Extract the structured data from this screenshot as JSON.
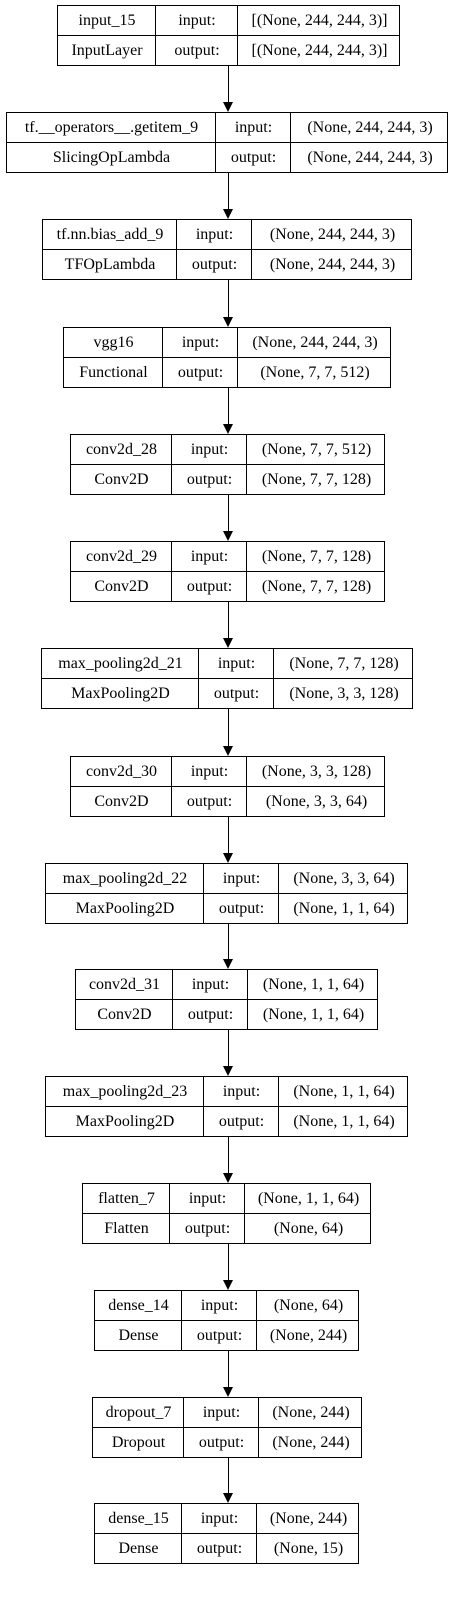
{
  "layers": [
    {
      "name": "input_15",
      "type": "InputLayer",
      "input_label": "input:",
      "output_label": "output:",
      "input": "[(None, 244, 244, 3)]",
      "output": "[(None, 244, 244, 3)]"
    },
    {
      "name": "tf.__operators__.getitem_9",
      "type": "SlicingOpLambda",
      "input_label": "input:",
      "output_label": "output:",
      "input": "(None, 244, 244, 3)",
      "output": "(None, 244, 244, 3)"
    },
    {
      "name": "tf.nn.bias_add_9",
      "type": "TFOpLambda",
      "input_label": "input:",
      "output_label": "output:",
      "input": "(None, 244, 244, 3)",
      "output": "(None, 244, 244, 3)"
    },
    {
      "name": "vgg16",
      "type": "Functional",
      "input_label": "input:",
      "output_label": "output:",
      "input": "(None, 244, 244, 3)",
      "output": "(None, 7, 7, 512)"
    },
    {
      "name": "conv2d_28",
      "type": "Conv2D",
      "input_label": "input:",
      "output_label": "output:",
      "input": "(None, 7, 7, 512)",
      "output": "(None, 7, 7, 128)"
    },
    {
      "name": "conv2d_29",
      "type": "Conv2D",
      "input_label": "input:",
      "output_label": "output:",
      "input": "(None, 7, 7, 128)",
      "output": "(None, 7, 7, 128)"
    },
    {
      "name": "max_pooling2d_21",
      "type": "MaxPooling2D",
      "input_label": "input:",
      "output_label": "output:",
      "input": "(None, 7, 7, 128)",
      "output": "(None, 3, 3, 128)"
    },
    {
      "name": "conv2d_30",
      "type": "Conv2D",
      "input_label": "input:",
      "output_label": "output:",
      "input": "(None, 3, 3, 128)",
      "output": "(None, 3, 3, 64)"
    },
    {
      "name": "max_pooling2d_22",
      "type": "MaxPooling2D",
      "input_label": "input:",
      "output_label": "output:",
      "input": "(None, 3, 3, 64)",
      "output": "(None, 1, 1, 64)"
    },
    {
      "name": "conv2d_31",
      "type": "Conv2D",
      "input_label": "input:",
      "output_label": "output:",
      "input": "(None, 1, 1, 64)",
      "output": "(None, 1, 1, 64)"
    },
    {
      "name": "max_pooling2d_23",
      "type": "MaxPooling2D",
      "input_label": "input:",
      "output_label": "output:",
      "input": "(None, 1, 1, 64)",
      "output": "(None, 1, 1, 64)"
    },
    {
      "name": "flatten_7",
      "type": "Flatten",
      "input_label": "input:",
      "output_label": "output:",
      "input": "(None, 1, 1, 64)",
      "output": "(None, 64)"
    },
    {
      "name": "dense_14",
      "type": "Dense",
      "input_label": "input:",
      "output_label": "output:",
      "input": "(None, 64)",
      "output": "(None, 244)"
    },
    {
      "name": "dropout_7",
      "type": "Dropout",
      "input_label": "input:",
      "output_label": "output:",
      "input": "(None, 244)",
      "output": "(None, 244)"
    },
    {
      "name": "dense_15",
      "type": "Dense",
      "input_label": "input:",
      "output_label": "output:",
      "input": "(None, 244)",
      "output": "(None, 15)"
    }
  ]
}
